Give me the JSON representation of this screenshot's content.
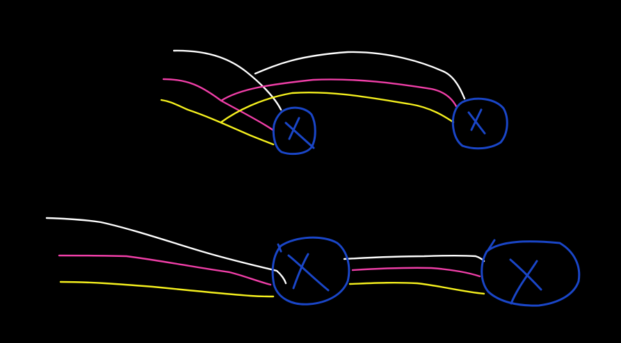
{
  "colors": {
    "background": "#000000",
    "node": "#1a46c8",
    "wire_white": "#ffffff",
    "wire_pink": "#f03fa8",
    "wire_yellow": "#f5f01e"
  },
  "diagram": {
    "top": {
      "nodes": [
        {
          "id": "top-node-1",
          "mark": "x"
        },
        {
          "id": "top-node-2",
          "mark": "x"
        }
      ],
      "wires": [
        {
          "id": "top-white-incoming",
          "color": "white"
        },
        {
          "id": "top-pink-incoming",
          "color": "pink"
        },
        {
          "id": "top-yellow-incoming",
          "color": "yellow"
        },
        {
          "id": "top-white-link",
          "color": "white"
        },
        {
          "id": "top-pink-link",
          "color": "pink"
        },
        {
          "id": "top-yellow-link",
          "color": "yellow"
        }
      ]
    },
    "bottom": {
      "nodes": [
        {
          "id": "bottom-node-1",
          "mark": "x"
        },
        {
          "id": "bottom-node-2",
          "mark": "x"
        }
      ],
      "wires": [
        {
          "id": "bottom-white-incoming",
          "color": "white"
        },
        {
          "id": "bottom-pink-incoming",
          "color": "pink"
        },
        {
          "id": "bottom-yellow-incoming",
          "color": "yellow"
        },
        {
          "id": "bottom-white-link",
          "color": "white"
        },
        {
          "id": "bottom-pink-link",
          "color": "pink"
        },
        {
          "id": "bottom-yellow-link",
          "color": "yellow"
        }
      ]
    }
  }
}
